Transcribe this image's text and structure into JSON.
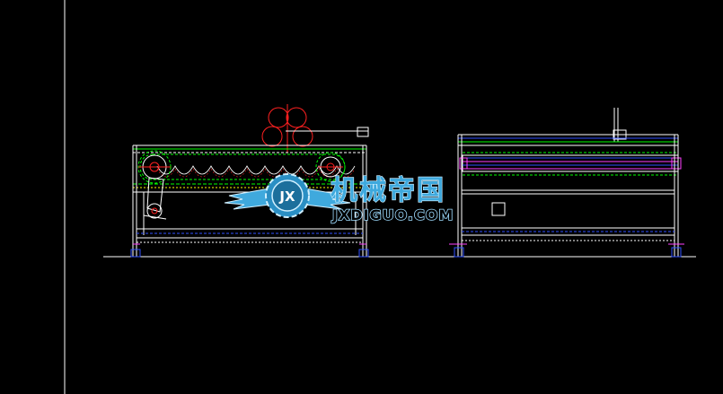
{
  "drawing": {
    "background": "#000000",
    "line_colors": {
      "white": "#ffffff",
      "red": "#ff2020",
      "green": "#00ff00",
      "blue": "#3050ff",
      "magenta": "#ff40ff",
      "yellow": "#ffff00"
    }
  },
  "watermark": {
    "chinese": "机械帝国",
    "latin": "JXDIGUO.COM",
    "logo_letters": "JX",
    "color": "#3fa9dd"
  }
}
